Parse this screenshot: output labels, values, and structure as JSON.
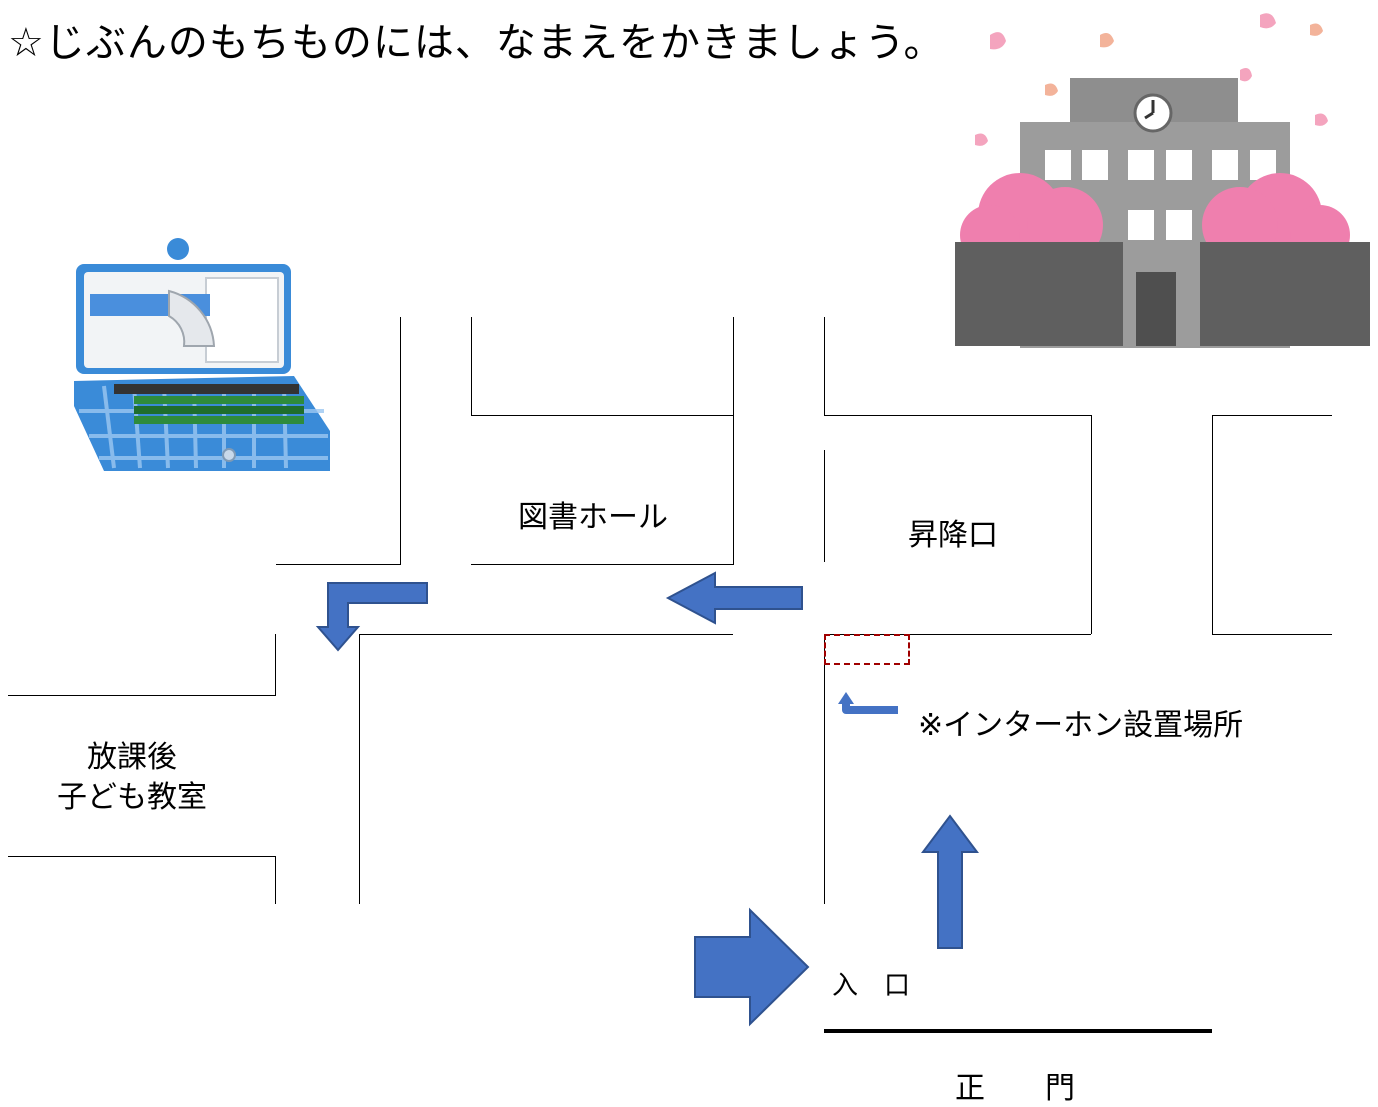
{
  "header": {
    "text": "☆じぶんのもちものには、なまえをかきましょう。"
  },
  "labels": {
    "library_hall": "図書ホール",
    "entrance_hall": "昇降口",
    "afterschool_line1": "放課後",
    "afterschool_line2": "子ども教室",
    "intercom": "※インターホン設置場所",
    "entrance": "入　口",
    "main_gate": "正　　門"
  },
  "colors": {
    "arrow_fill": "#4472c4",
    "arrow_stroke": "#2f528f",
    "intercom_marker": "#a00000",
    "petal_pink": "#f4a4be",
    "bush_pink": "#ef7fae",
    "building_gray": "#8e8e8e",
    "wall_dark": "#5f5f5f",
    "pencilcase_blue": "#3a8bd8"
  },
  "icons": {
    "pencil_case": "pencil-case-illustration",
    "school": "school-building-illustration"
  }
}
